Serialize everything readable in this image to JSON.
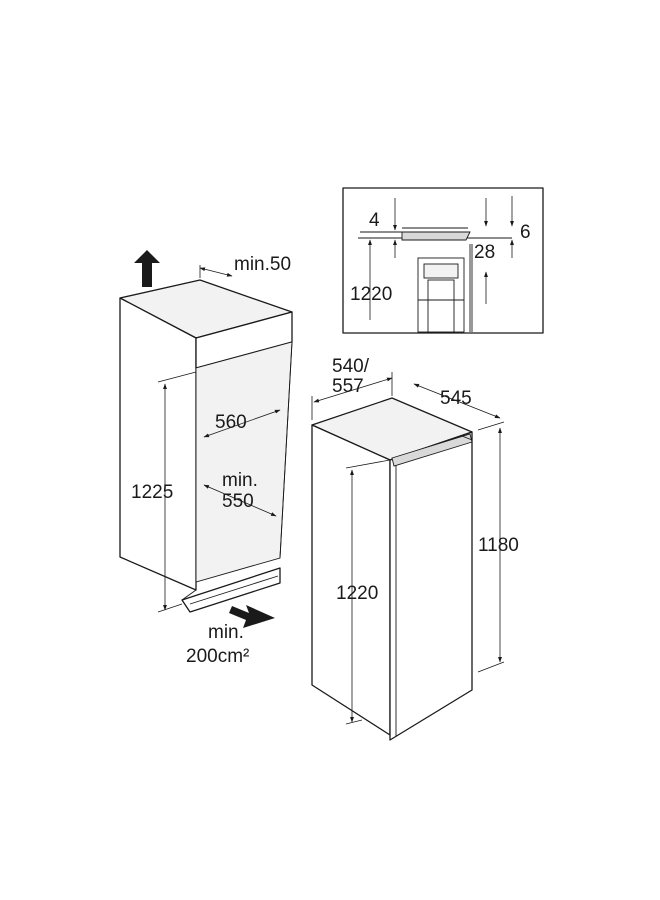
{
  "labels": {
    "niche_top_gap": "min.50",
    "niche_width": "560",
    "niche_height": "1225",
    "niche_depth_min": "min.",
    "niche_depth_value": "550",
    "vent_area_min": "min.",
    "vent_area_value": "200cm²",
    "detail_gap_top": "4",
    "detail_gap_side": "6",
    "detail_depth": "28",
    "detail_height": "1220",
    "appliance_depth_a": "540/",
    "appliance_depth_b": "557",
    "appliance_width": "545",
    "appliance_height_total": "1180",
    "appliance_height_door": "1220"
  },
  "colors": {
    "line": "#1a1a1a",
    "background": "#ffffff"
  }
}
